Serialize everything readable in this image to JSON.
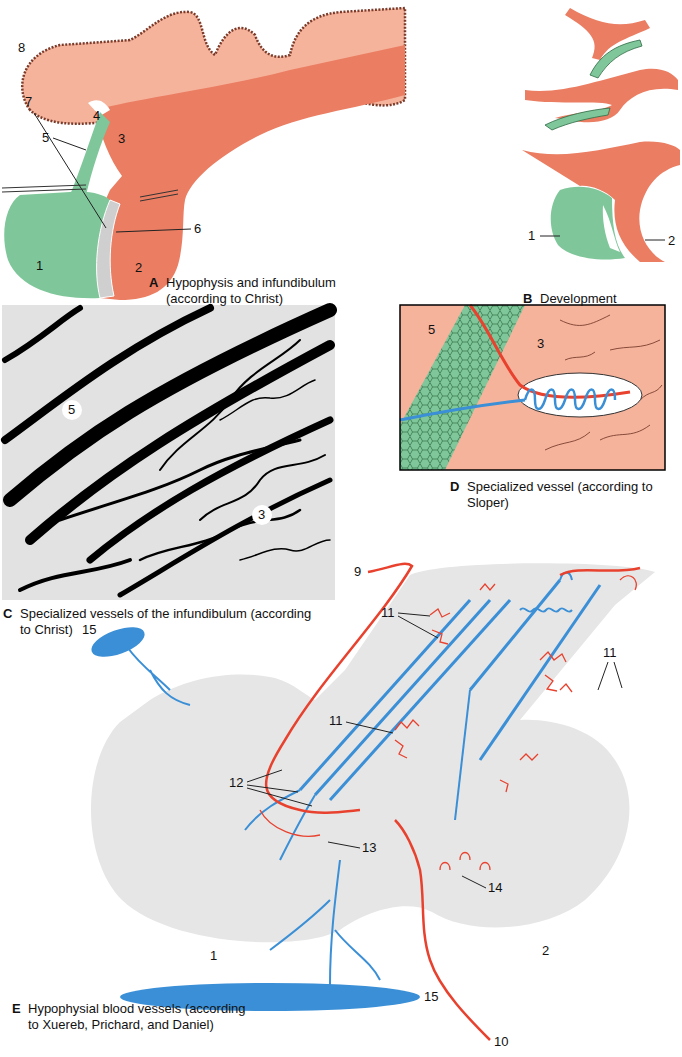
{
  "diagram": {
    "labels": [
      "8",
      "4",
      "7",
      "5",
      "3",
      "1",
      "2",
      "6",
      "A",
      "Hypophysis and infundibulum (according to Christ)",
      "1",
      "2",
      "B",
      "Development",
      "5",
      "3",
      "C",
      "Specialized vessels of the infundibulum (according to Christ)",
      "5",
      "3",
      "D",
      "Specialized vessel (according to Sloper)",
      "9",
      "11",
      "11",
      "11",
      "12",
      "13",
      "14",
      "15",
      "15",
      "10",
      "1",
      "2",
      "E",
      "Hypophysial blood vessels (according to Xuereb, Prichard, and Daniel)"
    ]
  }
}
